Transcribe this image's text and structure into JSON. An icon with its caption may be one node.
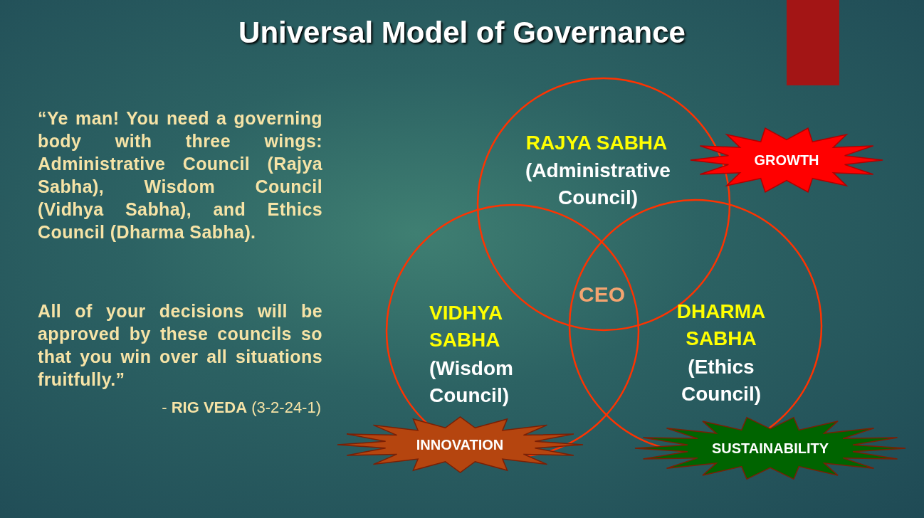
{
  "diagram": {
    "title": "Universal Model of Governance",
    "nodes": [
      {
        "text": [
          "RAJYA SABHA",
          "(Administrative Council)"
        ]
      },
      {
        "text": [
          "VIDHYA SABHA",
          "(Wisdom Council)"
        ]
      },
      {
        "text": [
          "DHARMA SABHA",
          "(Ethics Council)"
        ]
      },
      {
        "text": [
          "GROWTH"
        ]
      },
      {
        "text": [
          "INNOVATION"
        ]
      },
      {
        "text": [
          "SUSTAINABILITY"
        ]
      }
    ],
    "edges": [],
    "labels": [
      "“Ye man! You need a governing body with three wings: Administrative Council (Rajya Sabha), Wisdom Council (Vidhya Sabha), and Ethics Council (Dharma Sabha).",
      "All of your decisions will be approved by these councils so that you win over all situations fruitfully.”",
      "- **RIG VEDA** (3-2-24-1)",
      "CEO"
    ]
  }
}
